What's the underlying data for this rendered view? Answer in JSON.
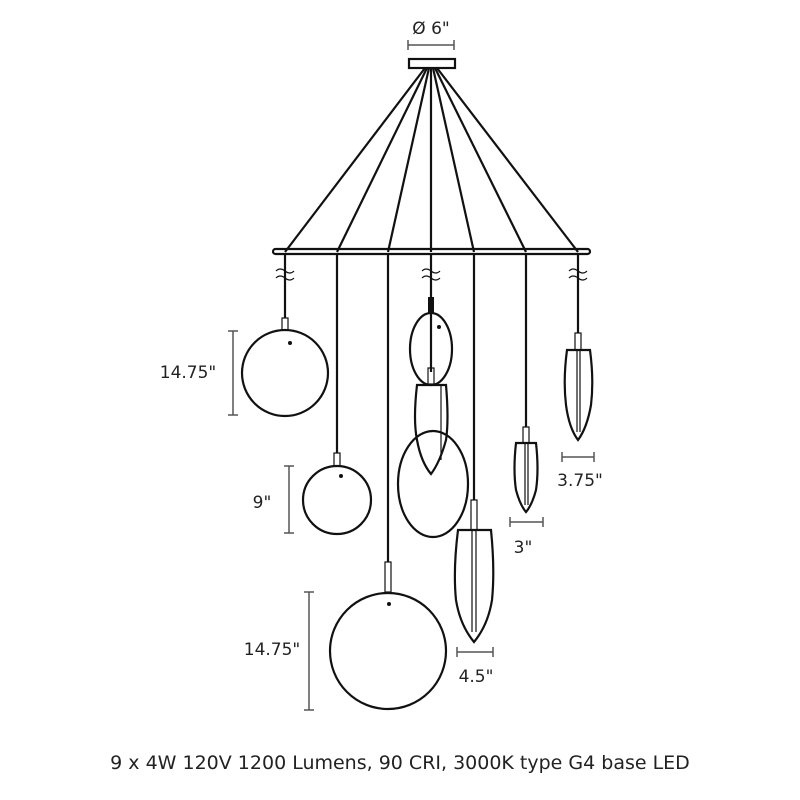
{
  "dimensions": {
    "canopy": "Ø 6\"",
    "globe_large_upper": "14.75\"",
    "globe_small": "9\"",
    "globe_large_lower": "14.75\"",
    "leaf_large": "4.5\"",
    "leaf_small": "3\"",
    "leaf_medium": "3.75\""
  },
  "specs": "9 x 4W 120V 1200 Lumens, 90 CRI, 3000K type G4 base LED",
  "colors": {
    "line": "#111111",
    "dimension": "#555555"
  }
}
